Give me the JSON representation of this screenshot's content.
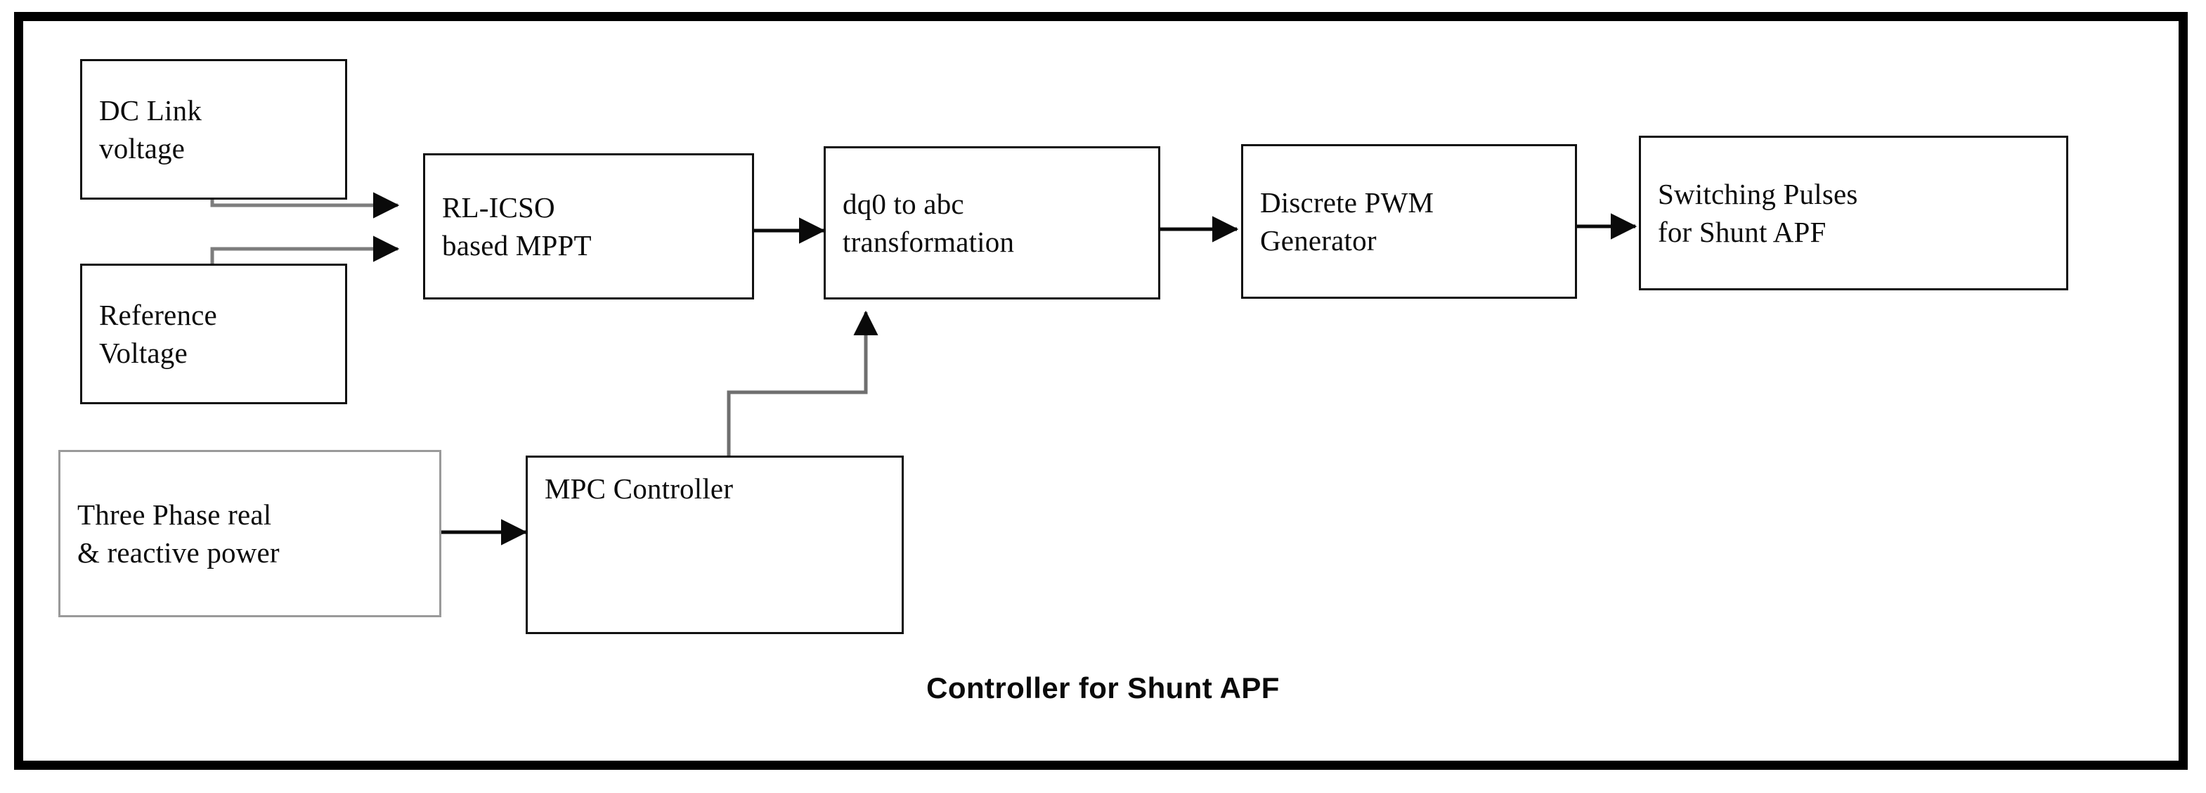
{
  "figure": {
    "caption": "Controller for Shunt APF",
    "frame_color": "#000000",
    "background_color": "#ffffff",
    "line_color": "#111111",
    "connector_gray": "#7d7d7d"
  },
  "blocks": {
    "dc_link_voltage": {
      "line1": "DC Link",
      "line2": "voltage",
      "border_color": "#111111"
    },
    "reference_voltage": {
      "line1": "Reference",
      "line2": "Voltage",
      "border_color": "#111111"
    },
    "rl_icso_mppt": {
      "line1": "RL-ICSO",
      "line2": "based MPPT",
      "border_color": "#111111"
    },
    "dq0_to_abc": {
      "line1": "dq0 to abc",
      "line2": "transformation",
      "border_color": "#111111"
    },
    "discrete_pwm_generator": {
      "line1": "Discrete PWM",
      "line2": "Generator",
      "border_color": "#111111"
    },
    "switching_pulses": {
      "line1": "Switching Pulses",
      "line2": "for Shunt APF",
      "border_color": "#111111"
    },
    "three_phase_power": {
      "line1": "Three Phase real",
      "line2": "& reactive power",
      "border_color": "#9a9a9a"
    },
    "mpc_controller": {
      "line1": "MPC Controller",
      "border_color": "#111111"
    }
  },
  "connectors": [
    {
      "name": "dc-link-voltage-to-rl-icso",
      "from": "dc_link_voltage",
      "to": "rl_icso_mppt",
      "arrow": "right"
    },
    {
      "name": "reference-voltage-to-rl-icso",
      "from": "reference_voltage",
      "to": "rl_icso_mppt",
      "arrow": "right"
    },
    {
      "name": "rl-icso-to-dq0",
      "from": "rl_icso_mppt",
      "to": "dq0_to_abc",
      "arrow": "right"
    },
    {
      "name": "dq0-to-discrete-pwm",
      "from": "dq0_to_abc",
      "to": "discrete_pwm_generator",
      "arrow": "right"
    },
    {
      "name": "discrete-pwm-to-switching-pulses",
      "from": "discrete_pwm_generator",
      "to": "switching_pulses",
      "arrow": "right"
    },
    {
      "name": "three-phase-power-to-mpc",
      "from": "three_phase_power",
      "to": "mpc_controller",
      "arrow": "right"
    },
    {
      "name": "mpc-to-dq0-feedback",
      "from": "mpc_controller",
      "to": "dq0_to_abc",
      "arrow": "up"
    }
  ]
}
